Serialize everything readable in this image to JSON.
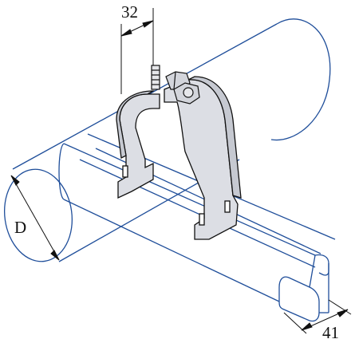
{
  "labels": {
    "width_top": "32",
    "diameter": "D",
    "channel_width": "41"
  },
  "colors": {
    "outline_blue": "#1f4e9a",
    "clamp_fill": "#dcdee4",
    "clamp_shade": "#c6c9d1",
    "ink": "#111111"
  }
}
